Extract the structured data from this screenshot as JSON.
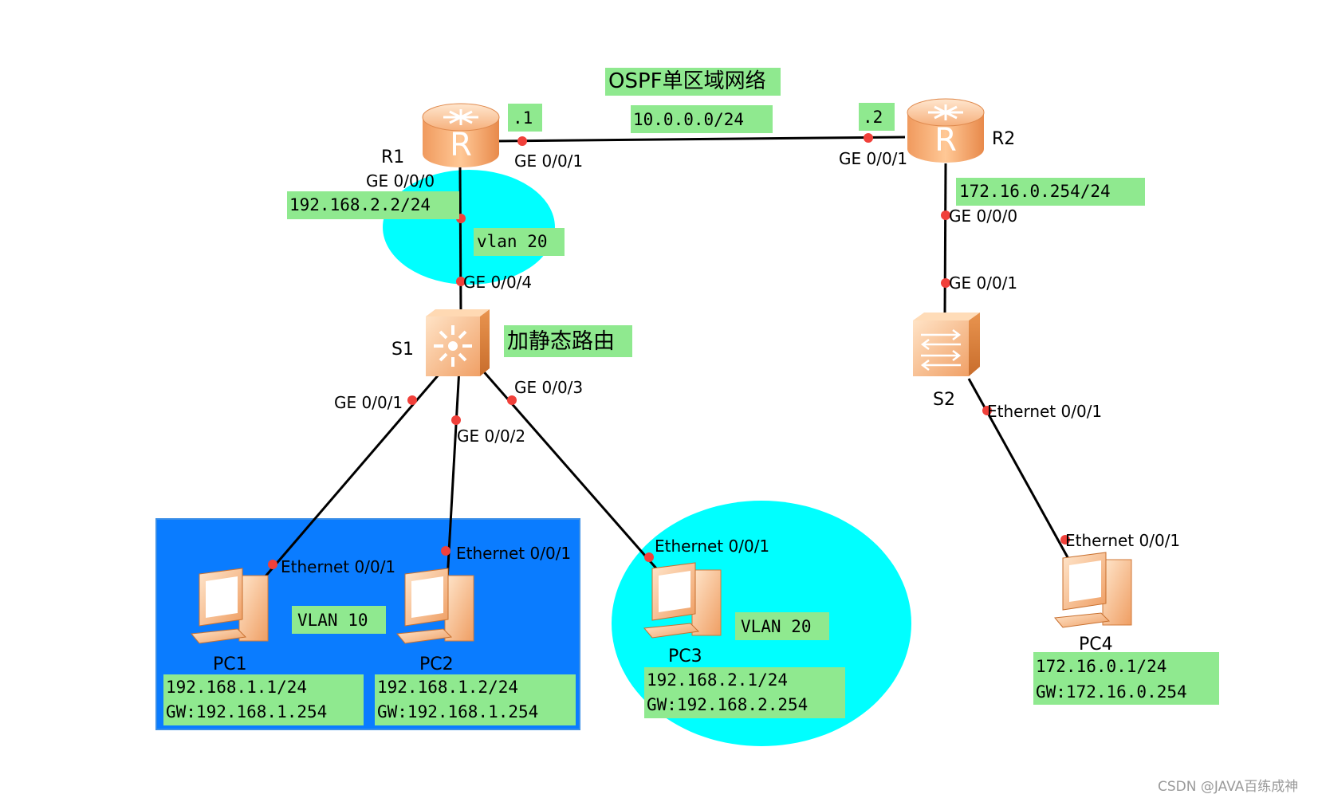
{
  "title": "OSPF单区域网络",
  "area_labels": {
    "vlan10": "VLAN 10",
    "vlan20_pc": "VLAN 20",
    "vlan20_link": "vlan 20",
    "static_route": "加静态路由"
  },
  "links": {
    "r1_r2_network": "10.0.0.0/24",
    "r1_side_host": ".1",
    "r2_side_host": ".2"
  },
  "devices": {
    "r1": {
      "name": "R1",
      "ip": "192.168.2.2/24"
    },
    "r2": {
      "name": "R2",
      "ip": "172.16.0.254/24"
    },
    "s1": {
      "name": "S1"
    },
    "s2": {
      "name": "S2"
    },
    "pc1": {
      "name": "PC1",
      "ip": "192.168.1.1/24",
      "gw": "GW:192.168.1.254"
    },
    "pc2": {
      "name": "PC2",
      "ip": "192.168.1.2/24",
      "gw": "GW:192.168.1.254"
    },
    "pc3": {
      "name": "PC3",
      "ip": "192.168.2.1/24",
      "gw": "GW:192.168.2.254"
    },
    "pc4": {
      "name": "PC4",
      "ip": "172.16.0.1/24",
      "gw": "GW:172.16.0.254"
    }
  },
  "ports": {
    "r1_ge001": "GE 0/0/1",
    "r1_ge000": "GE 0/0/0",
    "r2_ge001": "GE 0/0/1",
    "r2_ge000": "GE 0/0/0",
    "s1_ge004": "GE 0/0/4",
    "s1_ge001": "GE 0/0/1",
    "s1_ge002": "GE 0/0/2",
    "s1_ge003": "GE 0/0/3",
    "s2_ge001": "GE 0/0/1",
    "s2_eth001": "Ethernet 0/0/1",
    "pc1_eth": "Ethernet 0/0/1",
    "pc2_eth": "Ethernet 0/0/1",
    "pc3_eth": "Ethernet 0/0/1",
    "pc4_eth": "Ethernet 0/0/1"
  },
  "watermark": "CSDN @JAVA百练成神",
  "colors": {
    "label_bg": "#8fe98f",
    "vlan10_zone": "#0a7cff",
    "vlan20_zone": "#00ffff",
    "port_dot": "#f0403a",
    "device_orange": "#f5a36a"
  },
  "icons": {
    "router": "router-icon",
    "switch_l3": "layer3-switch-icon",
    "switch_l2": "switch-icon",
    "pc": "pc-icon"
  }
}
